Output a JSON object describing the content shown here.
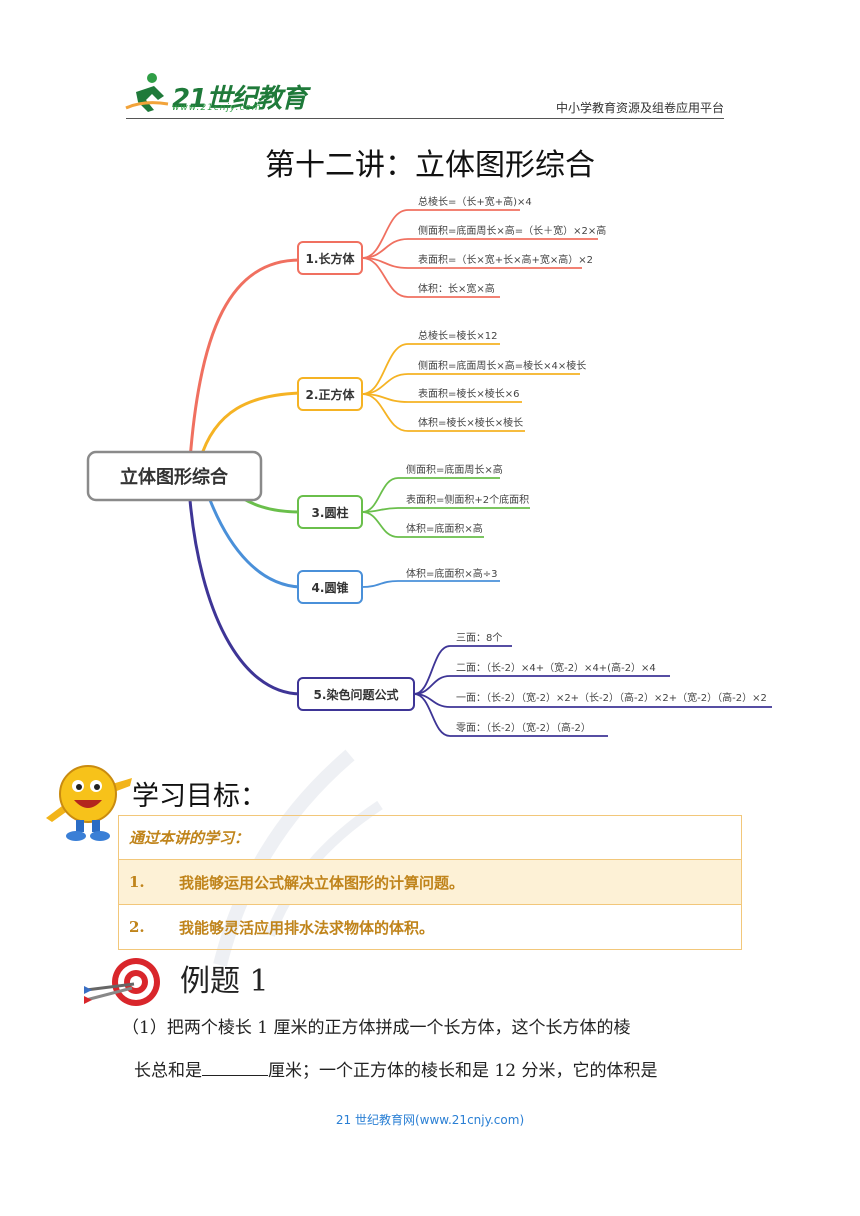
{
  "header": {
    "logo_main": "21世纪教育",
    "logo_url": "www.21cnjy.com",
    "tagline": "中小学教育资源及组卷应用平台"
  },
  "title": "第十二讲：立体图形综合",
  "mindmap": {
    "root": "立体图形综合",
    "branches": [
      {
        "label": "1.长方体",
        "color": "#f07060",
        "items": [
          "总棱长=（长+宽+高)×4",
          "侧面积=底面周长×高=（长＋宽）×2×高",
          "表面积=（长×宽+长×高+宽×高）×2",
          "体积：长×宽×高"
        ]
      },
      {
        "label": "2.正方体",
        "color": "#f5b324",
        "items": [
          "总棱长=棱长×12",
          "侧面积=底面周长×高=棱长×4×棱长",
          "表面积=棱长×棱长×6",
          "体积=棱长×棱长×棱长"
        ]
      },
      {
        "label": "3.圆柱",
        "color": "#6abf4b",
        "items": [
          "侧面积=底面周长×高",
          "表面积=侧面积+2个底面积",
          "体积=底面积×高"
        ]
      },
      {
        "label": "4.圆锥",
        "color": "#4a90d9",
        "items": [
          "体积=底面积×高÷3"
        ]
      },
      {
        "label": "5.染色问题公式",
        "color": "#3e3596",
        "items": [
          "三面：8个",
          "二面：（长-2）×4+（宽-2）×4+(高-2）×4",
          "一面：（长-2）（宽-2）×2+（长-2）（高-2）×2+（宽-2）（高-2）×2",
          "零面：（长-2）（宽-2）（高-2）"
        ]
      }
    ]
  },
  "goals": {
    "heading": "学习目标：",
    "intro": "通过本讲的学习：",
    "items": [
      {
        "num": "1.",
        "text": "我能够运用公式解决立体图形的计算问题。"
      },
      {
        "num": "2.",
        "text": "我能够灵活应用排水法求物体的体积。"
      }
    ]
  },
  "example": {
    "title": "例题 1",
    "line1": "（1）把两个棱长 1 厘米的正方体拼成一个长方体，这个长方体的棱",
    "line2_a": "长总和是",
    "line2_b": "厘米；一个正方体的棱长和是 12 分米，它的体积是"
  },
  "footer": "21 世纪教育网(www.21cnjy.com)"
}
